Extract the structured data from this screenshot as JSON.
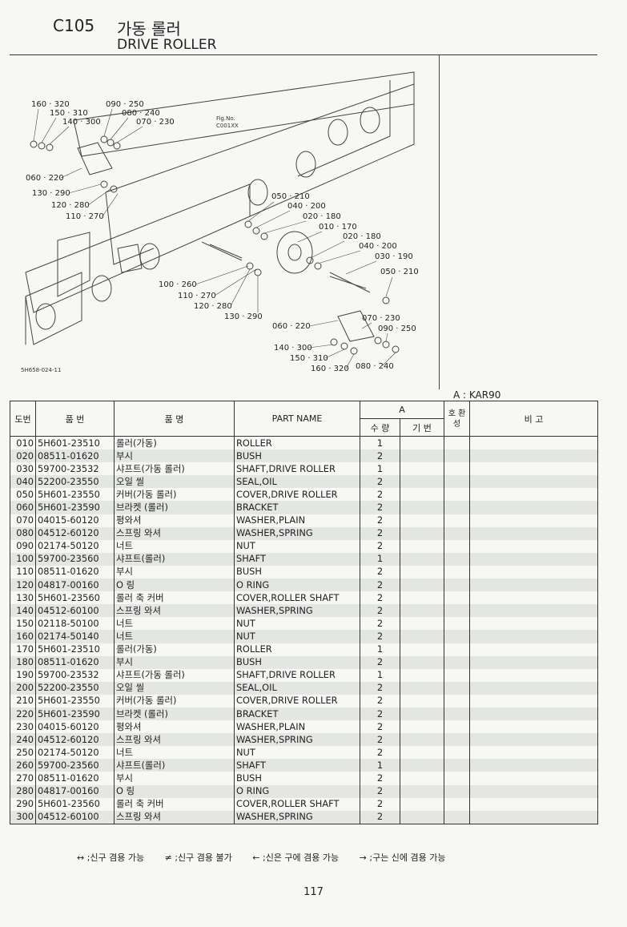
{
  "header": {
    "code": "C105",
    "title_kr": "가동 롤러",
    "title_en": "DRIVE ROLLER"
  },
  "diagram": {
    "fig_no_label": "Fig.No.",
    "fig_no": "C001XX",
    "drawing_no": "5H658-024-11",
    "callouts": [
      "160 · 320",
      "150 · 310",
      "140 · 300",
      "090 · 250",
      "080 · 240",
      "070 · 230",
      "060 · 220",
      "130 · 290",
      "120 · 280",
      "110 · 270",
      "050 · 210",
      "040 · 200",
      "020 · 180",
      "010 · 170",
      "020 · 180",
      "040 · 200",
      "030 · 190",
      "050 · 210",
      "100 · 260",
      "110 · 270",
      "120 · 280",
      "130 · 290",
      "060 · 220",
      "070 · 230",
      "090 · 250",
      "140 · 300",
      "150 · 310",
      "160 · 320",
      "080 · 240"
    ]
  },
  "key_label": "A : KAR90",
  "table": {
    "headers": {
      "no": "도번",
      "part_no": "품    번",
      "name_kr": "품        명",
      "part_name": "PART  NAME",
      "col_a": "A",
      "qty": "수 량",
      "base": "기 번",
      "interchange": "호 환 성",
      "remarks": "비        고"
    },
    "rows": [
      {
        "no": "010",
        "part_no": "5H601-23510",
        "name_kr": "롤러(가동)",
        "part_name": "ROLLER",
        "qty": "1"
      },
      {
        "no": "020",
        "part_no": "08511-01620",
        "name_kr": "부시",
        "part_name": "BUSH",
        "qty": "2"
      },
      {
        "no": "030",
        "part_no": "59700-23532",
        "name_kr": "샤프트(가동 롤러)",
        "part_name": "SHAFT,DRIVE ROLLER",
        "qty": "1"
      },
      {
        "no": "040",
        "part_no": "52200-23550",
        "name_kr": "오일 씰",
        "part_name": "SEAL,OIL",
        "qty": "2"
      },
      {
        "no": "050",
        "part_no": "5H601-23550",
        "name_kr": "커버(가동 롤러)",
        "part_name": "COVER,DRIVE ROLLER",
        "qty": "2"
      },
      {
        "no": "060",
        "part_no": "5H601-23590",
        "name_kr": "브라켓 (롤러)",
        "part_name": "BRACKET",
        "qty": "2"
      },
      {
        "no": "070",
        "part_no": "04015-60120",
        "name_kr": "평와셔",
        "part_name": "WASHER,PLAIN",
        "qty": "2"
      },
      {
        "no": "080",
        "part_no": "04512-60120",
        "name_kr": "스프링 와셔",
        "part_name": "WASHER,SPRING",
        "qty": "2"
      },
      {
        "no": "090",
        "part_no": "02174-50120",
        "name_kr": "너트",
        "part_name": "NUT",
        "qty": "2"
      },
      {
        "no": "100",
        "part_no": "59700-23560",
        "name_kr": "샤프트(롤러)",
        "part_name": "SHAFT",
        "qty": "1"
      },
      {
        "no": "110",
        "part_no": "08511-01620",
        "name_kr": "부시",
        "part_name": "BUSH",
        "qty": "2"
      },
      {
        "no": "120",
        "part_no": "04817-00160",
        "name_kr": "O 링",
        "part_name": "O RING",
        "qty": "2"
      },
      {
        "no": "130",
        "part_no": "5H601-23560",
        "name_kr": "롤러 축 커버",
        "part_name": "COVER,ROLLER SHAFT",
        "qty": "2"
      },
      {
        "no": "140",
        "part_no": "04512-60100",
        "name_kr": "스프링 와셔",
        "part_name": "WASHER,SPRING",
        "qty": "2"
      },
      {
        "no": "150",
        "part_no": "02118-50100",
        "name_kr": "너트",
        "part_name": "NUT",
        "qty": "2"
      },
      {
        "no": "160",
        "part_no": "02174-50140",
        "name_kr": "너트",
        "part_name": "NUT",
        "qty": "2"
      },
      {
        "no": "170",
        "part_no": "5H601-23510",
        "name_kr": "롤러(가동)",
        "part_name": "ROLLER",
        "qty": "1"
      },
      {
        "no": "180",
        "part_no": "08511-01620",
        "name_kr": "부시",
        "part_name": "BUSH",
        "qty": "2"
      },
      {
        "no": "190",
        "part_no": "59700-23532",
        "name_kr": "샤프트(가동 롤러)",
        "part_name": "SHAFT,DRIVE ROLLER",
        "qty": "1"
      },
      {
        "no": "200",
        "part_no": "52200-23550",
        "name_kr": "오일 씰",
        "part_name": "SEAL,OIL",
        "qty": "2"
      },
      {
        "no": "210",
        "part_no": "5H601-23550",
        "name_kr": "커버(가동 롤러)",
        "part_name": "COVER,DRIVE ROLLER",
        "qty": "2"
      },
      {
        "no": "220",
        "part_no": "5H601-23590",
        "name_kr": "브라켓 (롤러)",
        "part_name": "BRACKET",
        "qty": "2"
      },
      {
        "no": "230",
        "part_no": "04015-60120",
        "name_kr": "평와셔",
        "part_name": "WASHER,PLAIN",
        "qty": "2"
      },
      {
        "no": "240",
        "part_no": "04512-60120",
        "name_kr": "스프링 와셔",
        "part_name": "WASHER,SPRING",
        "qty": "2"
      },
      {
        "no": "250",
        "part_no": "02174-50120",
        "name_kr": "너트",
        "part_name": "NUT",
        "qty": "2"
      },
      {
        "no": "260",
        "part_no": "59700-23560",
        "name_kr": "샤프트(롤러)",
        "part_name": "SHAFT",
        "qty": "1"
      },
      {
        "no": "270",
        "part_no": "08511-01620",
        "name_kr": "부시",
        "part_name": "BUSH",
        "qty": "2"
      },
      {
        "no": "280",
        "part_no": "04817-00160",
        "name_kr": "O 링",
        "part_name": "O RING",
        "qty": "2"
      },
      {
        "no": "290",
        "part_no": "5H601-23560",
        "name_kr": "롤러 축 커버",
        "part_name": "COVER,ROLLER SHAFT",
        "qty": "2"
      },
      {
        "no": "300",
        "part_no": "04512-60100",
        "name_kr": "스프링 와셔",
        "part_name": "WASHER,SPRING",
        "qty": "2"
      }
    ]
  },
  "legend": [
    "↔ ;신구 겸용 가능",
    "≠ ;신구 겸용 불가",
    "← ;신은 구에 겸용 가능",
    "→ ;구는 신에 겸용 가능"
  ],
  "page_number": "117"
}
